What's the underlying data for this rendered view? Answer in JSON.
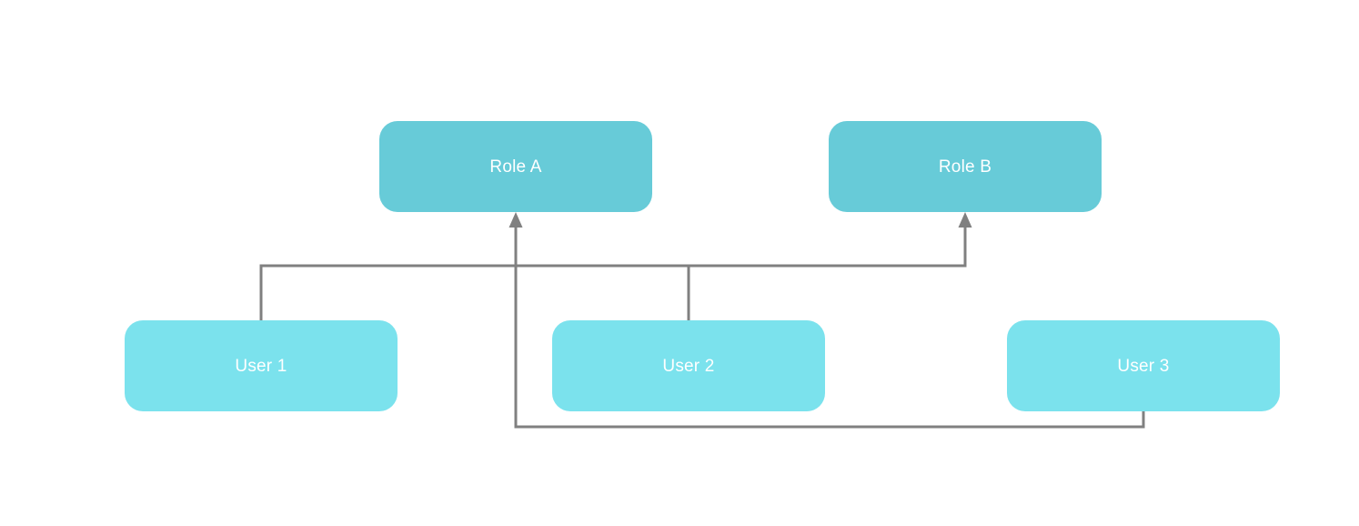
{
  "diagram": {
    "kind": "role-assignment-diagram",
    "nodes": [
      {
        "id": "role-a",
        "label": "Role A",
        "type": "role"
      },
      {
        "id": "role-b",
        "label": "Role B",
        "type": "role"
      },
      {
        "id": "user-1",
        "label": "User 1",
        "type": "user"
      },
      {
        "id": "user-2",
        "label": "User 2",
        "type": "user"
      },
      {
        "id": "user-3",
        "label": "User 3",
        "type": "user"
      }
    ],
    "edges": [
      {
        "from": "User 1",
        "to": "Role B",
        "style": "orthogonal",
        "arrowhead_at": "Role B"
      },
      {
        "from": "User 2",
        "to": "Role B",
        "style": "orthogonal",
        "arrowhead_at": "Role B"
      },
      {
        "from": "User 3",
        "to": "Role A",
        "style": "orthogonal",
        "arrowhead_at": "Role A"
      }
    ],
    "colors": {
      "canvas_bg": "#ffffff",
      "role_fill": "#67cbd8",
      "user_fill": "#7be2ed",
      "connector": "#808080",
      "label_text": "#ffffff"
    }
  }
}
